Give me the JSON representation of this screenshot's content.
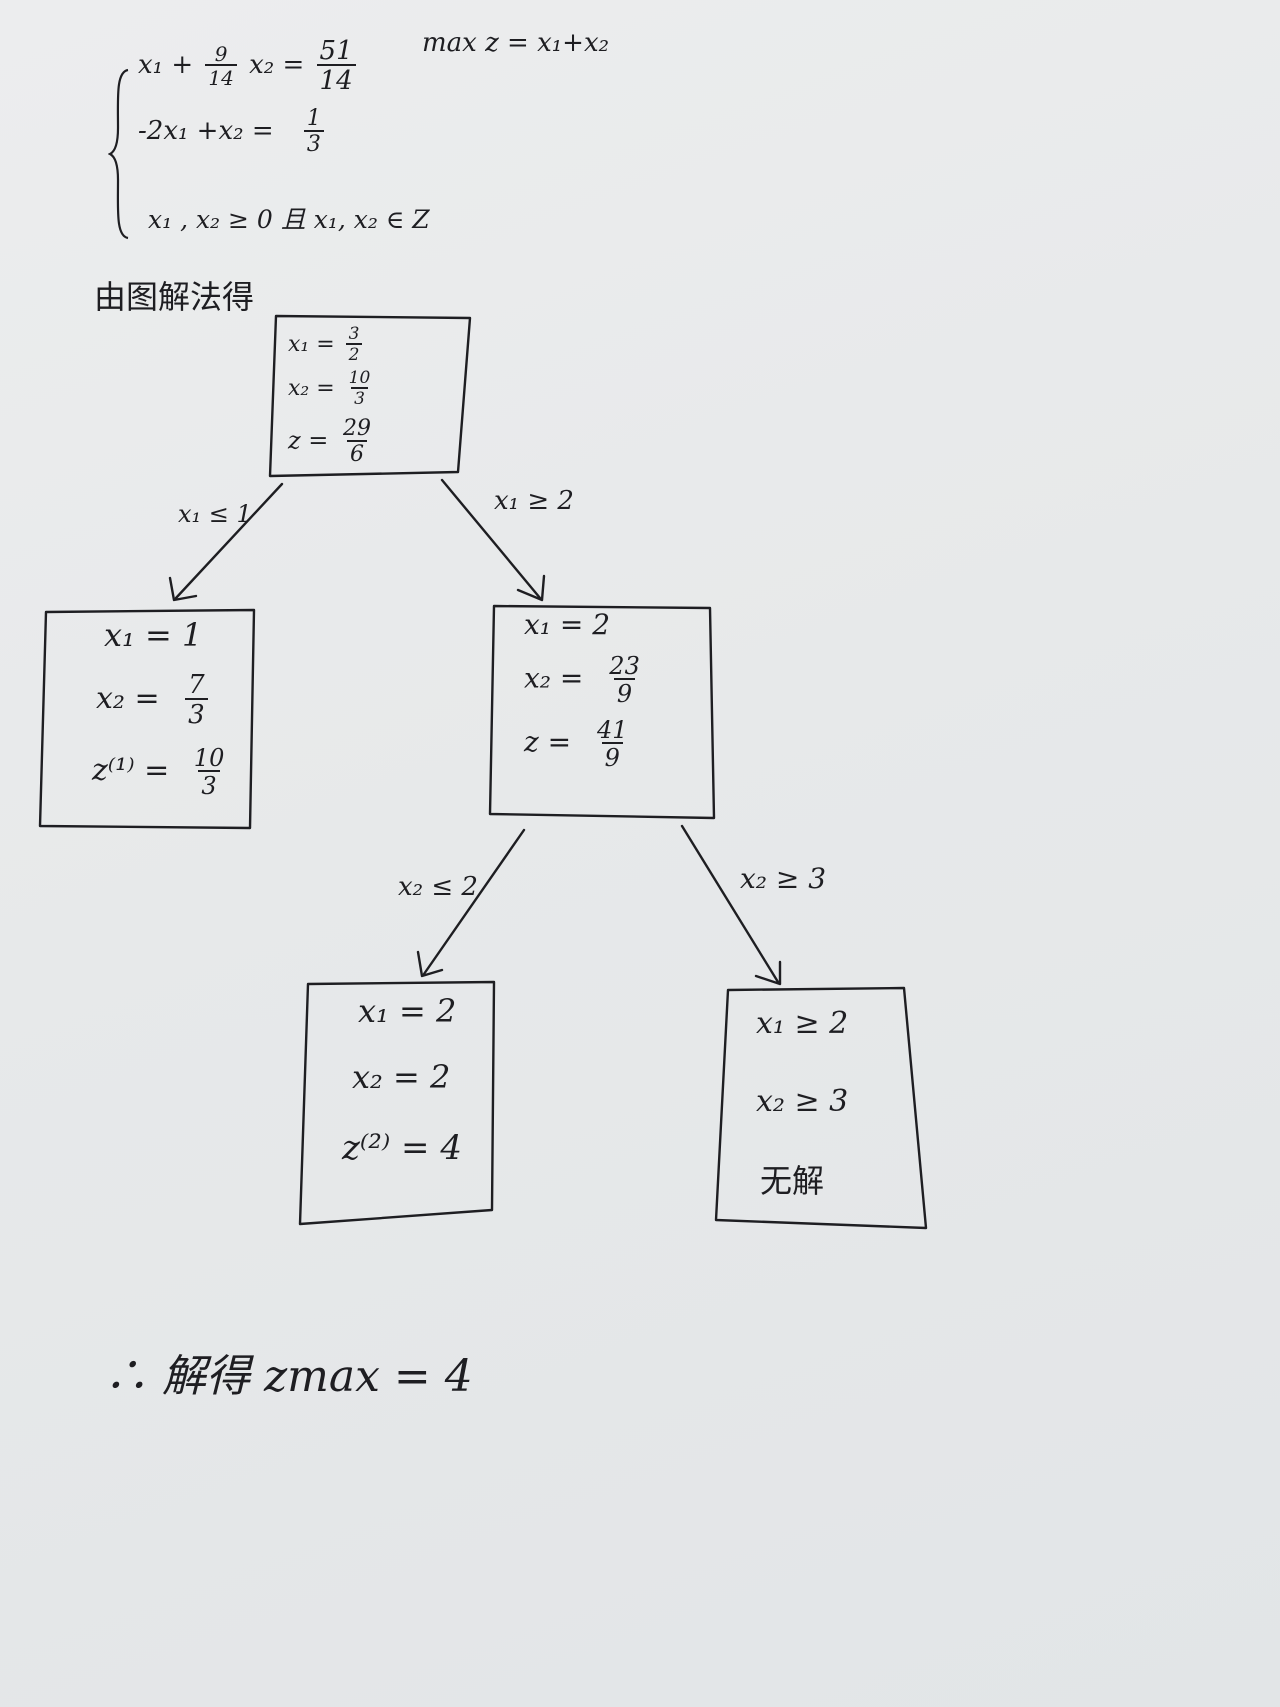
{
  "objective": "max z = x₁+x₂",
  "constraints": {
    "c1": {
      "lhs_a": "x₁ +",
      "coef_num": "9",
      "coef_den": "14",
      "lhs_b": "x₂ =",
      "rhs_num": "51",
      "rhs_den": "14"
    },
    "c2": {
      "lhs": "-2x₁ +x₂ =",
      "rhs_num": "1",
      "rhs_den": "3"
    },
    "c3": "x₁ , x₂ ≥ 0 且 x₁, x₂ ∈ Z"
  },
  "method_label": "由图解法得",
  "tree": {
    "root": {
      "x1_label": "x₁ =",
      "x1_num": "3",
      "x1_den": "2",
      "x2_label": "x₂ =",
      "x2_num": "10",
      "x2_den": "3",
      "z_label": "z =",
      "z_num": "29",
      "z_den": "6"
    },
    "branch_left_label": "x₁ ≤ 1",
    "branch_right_label": "x₁ ≥ 2",
    "left": {
      "x1": "x₁ = 1",
      "x2_label": "x₂ =",
      "x2_num": "7",
      "x2_den": "3",
      "z_label": "z⁽¹⁾ =",
      "z_num": "10",
      "z_den": "3"
    },
    "right": {
      "x1": "x₁ = 2",
      "x2_label": "x₂ =",
      "x2_num": "23",
      "x2_den": "9",
      "z_label": "z =",
      "z_num": "41",
      "z_den": "9"
    },
    "branch_ll_label": "x₂ ≤ 2",
    "branch_rr_label": "x₂ ≥ 3",
    "bottom_left": {
      "x1": "x₁ = 2",
      "x2": "x₂ = 2",
      "z": "z⁽²⁾ = 4"
    },
    "bottom_right": {
      "x1": "x₁ ≥ 2",
      "x2": "x₂ ≥ 3",
      "note": "无解"
    }
  },
  "conclusion": "∴ 解得 zmax = 4"
}
